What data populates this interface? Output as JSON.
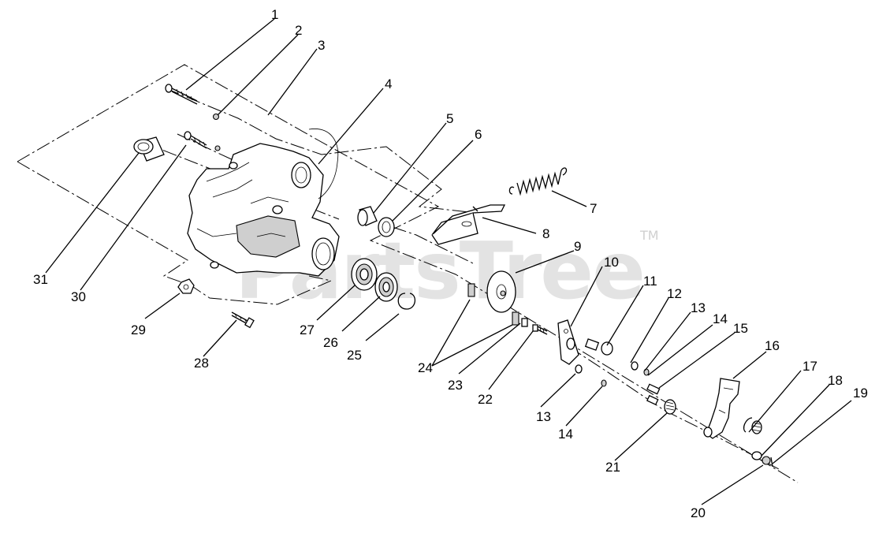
{
  "watermark": "PartsTree",
  "trademark": "TM",
  "callouts": [
    "1",
    "2",
    "3",
    "4",
    "5",
    "6",
    "7",
    "8",
    "9",
    "10",
    "11",
    "12",
    "13",
    "14",
    "15",
    "16",
    "17",
    "18",
    "19",
    "20",
    "21",
    "22",
    "23",
    "24",
    "25",
    "26",
    "27",
    "28",
    "29",
    "30",
    "31",
    "13",
    "14"
  ]
}
